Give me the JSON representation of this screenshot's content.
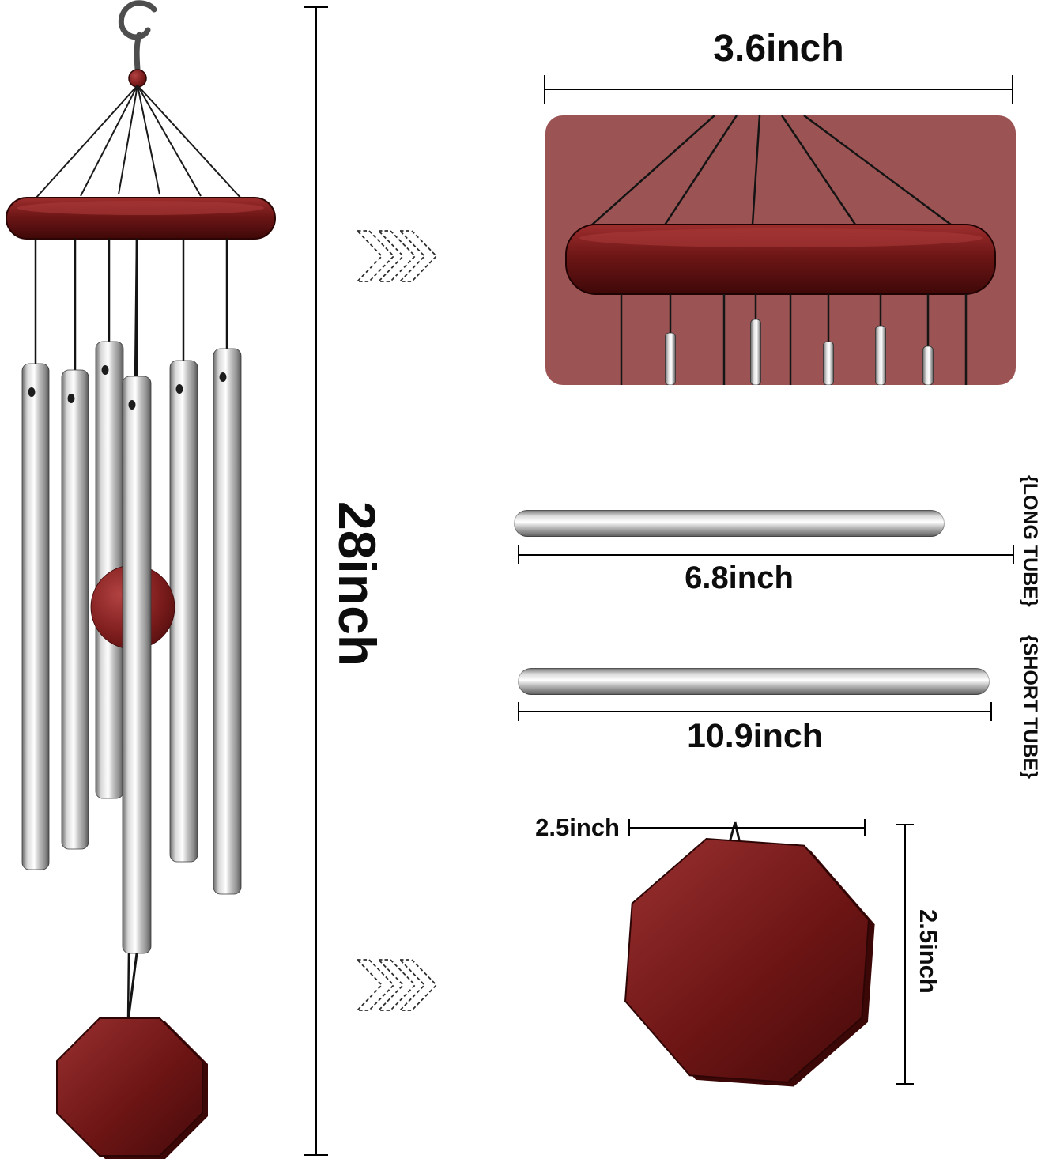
{
  "labels": {
    "overall_height": "28inch",
    "top_width": "3.6inch",
    "long_tube_length": "6.8inch",
    "long_tube_tag": "{LONG TUBE}",
    "short_tube_length": "10.9inch",
    "short_tube_tag": "{SHORT TUBE}",
    "catcher_width": "2.5inch",
    "catcher_height": "2.5inch"
  },
  "colors": {
    "wood_red": "#7c1e1e",
    "wood_red_dark": "#450909",
    "detail_panel_background": "#9b5353",
    "tube_silver": "#c8c8c8",
    "dimension_line": "#000000",
    "background": "#ffffff"
  },
  "icons": {
    "hook": "s-hook-icon",
    "zoom_arrows": "triple-chevron-icon"
  }
}
